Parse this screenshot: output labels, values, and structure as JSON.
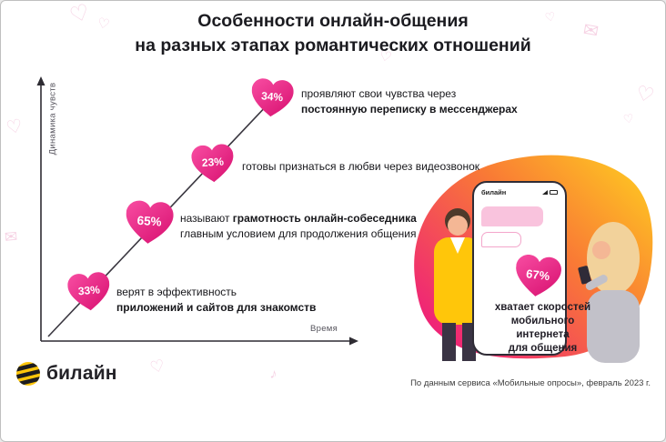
{
  "title": {
    "line1": "Особенности онлайн-общения",
    "line2": "на разных этапах романтических отношений"
  },
  "chart_data": {
    "type": "line",
    "title": "Особенности онлайн-общения на разных этапах романтических отношений",
    "xlabel": "Время",
    "ylabel": "Динамика чувств",
    "x_axis_label": "Время",
    "y_axis_label": "Динамика чувств",
    "points": [
      {
        "value": 33,
        "percent": "33%",
        "line1": "верят в эффективность",
        "line2_bold": "приложений и сайтов для знакомств"
      },
      {
        "value": 65,
        "percent": "65%",
        "line1_prefix": "называют ",
        "line1_bold": "грамотность онлайн-собеседника",
        "line2": "главным условием для продолжения общения"
      },
      {
        "value": 23,
        "percent": "23%",
        "line1": "готовы признаться в любви через видеозвонок"
      },
      {
        "value": 34,
        "percent": "34%",
        "line1": "проявляют свои чувства через",
        "line2_bold": "постоянную переписку в мессенджерах"
      }
    ],
    "callout": {
      "value": 67,
      "percent": "67%",
      "lines": [
        "хватает скоростей",
        "мобильного",
        "интернета",
        "для общения"
      ]
    }
  },
  "phone": {
    "brand": "билайн"
  },
  "footer": {
    "brand": "билайн",
    "source": "По данным сервиса «Мобильные опросы», февраль 2023 г."
  },
  "colors": {
    "heart_pink": "#de0f72",
    "brand_yellow": "#ffc60a",
    "blob_gradient": [
      "#ee1c7d",
      "#fb8a2b",
      "#ffd21f"
    ]
  },
  "decor": {
    "glyphs": [
      "♡",
      "♡",
      "♡",
      "✉",
      "♡",
      "♡",
      "♡",
      "✉",
      "♡",
      "♪",
      "♡"
    ]
  }
}
